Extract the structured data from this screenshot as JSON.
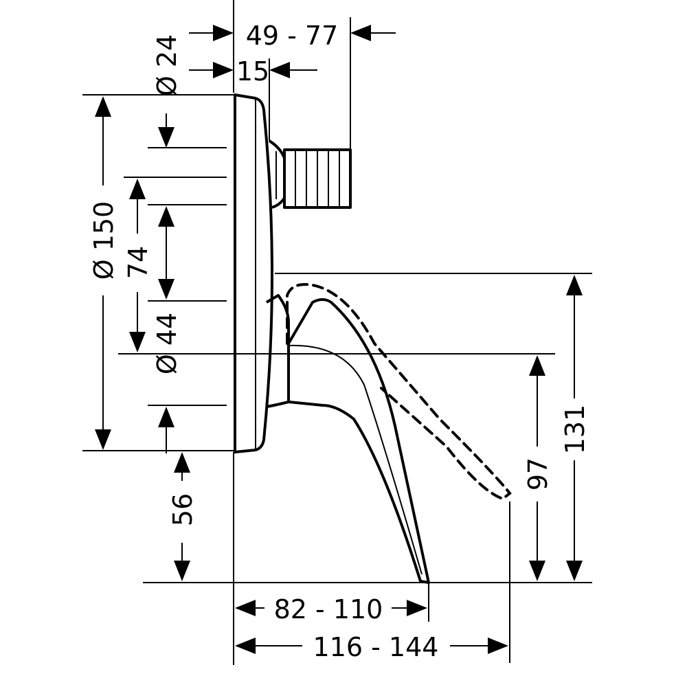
{
  "dimensions": {
    "top_overall": "49 - 77",
    "top_offset": "15",
    "dia_24": "Ø 24",
    "dia_150": "Ø 150",
    "d_74": "74",
    "dia_44": "Ø 44",
    "d_56": "56",
    "bottom_spout": "82 - 110",
    "bottom_overall": "116 - 144",
    "d_97": "97",
    "d_131": "131"
  }
}
